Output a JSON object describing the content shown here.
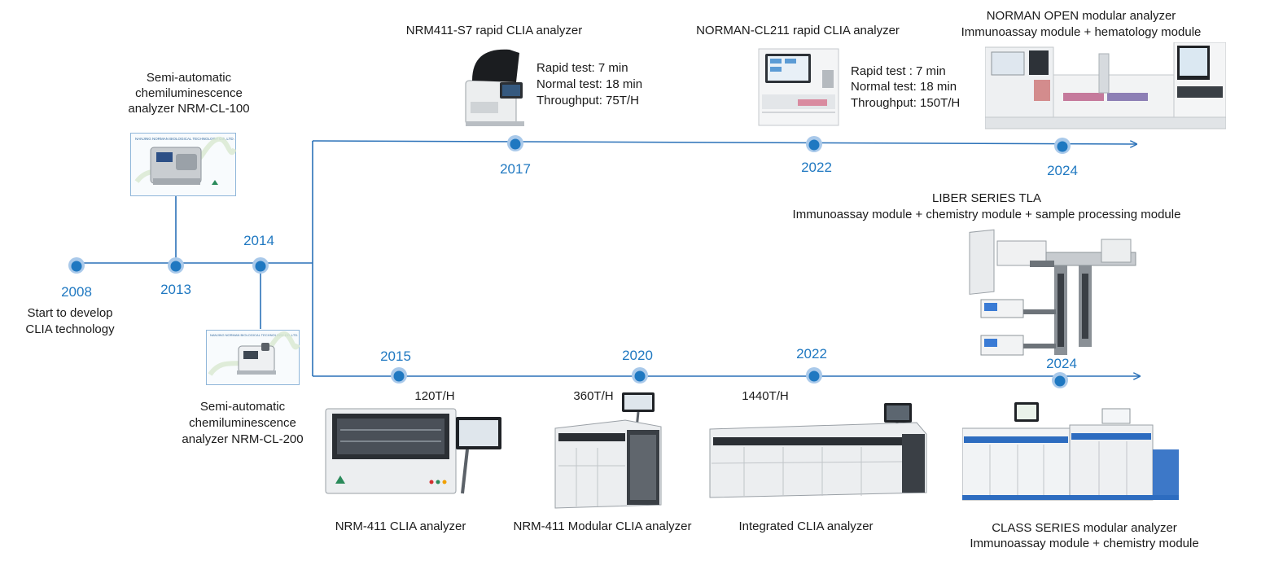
{
  "colors": {
    "line": "#2a71b8",
    "dot": "#1f78c1",
    "halo": "#a9c9ea",
    "year_text": "#1f78c1"
  },
  "start": {
    "year": "2008",
    "text1": "Start to develop",
    "text2": "CLIA technology"
  },
  "y2013": {
    "year": "2013",
    "title1": "Semi-automatic",
    "title2": "chemiluminescence",
    "title3": "analyzer NRM-CL-100",
    "image_icon": "semi-automatic-analyzer-image"
  },
  "y2014": {
    "year": "2014",
    "title1": "Semi-automatic",
    "title2": "chemiluminescence",
    "title3": "analyzer NRM-CL-200",
    "image_icon": "semi-automatic-analyzer-image"
  },
  "upper": {
    "m2017": {
      "year": "2017",
      "title": "NRM411-S7  rapid CLIA analyzer",
      "spec1": "Rapid test:  7 min",
      "spec2": "Normal test:  18 min",
      "spec3": "Throughput:  75T/H",
      "image_icon": "rapid-analyzer-image"
    },
    "m2022": {
      "year": "2022",
      "title": "NORMAN-CL211  rapid CLIA analyzer",
      "spec1": "Rapid test :  7 min",
      "spec2": "Normal test:  18 min",
      "spec3": "Throughput:  150T/H",
      "image_icon": "rapid-analyzer-image"
    },
    "m2024": {
      "year": "2024",
      "title1": "NORMAN  OPEN modular analyzer",
      "title2": "Immunoassay module + hematology module",
      "image_icon": "modular-analyzer-image"
    }
  },
  "liber": {
    "title1": "LIBER SERIES TLA",
    "title2": "Immunoassay module + chemistry module + sample processing module",
    "image_icon": "total-lab-automation-image"
  },
  "lower": {
    "m2015": {
      "year": "2015",
      "throughput": "120T/H",
      "title": "NRM-411  CLIA analyzer",
      "image_icon": "clia-analyzer-image"
    },
    "m2020": {
      "year": "2020",
      "throughput": "360T/H",
      "title": "NRM-411  Modular  CLIA analyzer",
      "image_icon": "modular-clia-analyzer-image"
    },
    "m2022": {
      "year": "2022",
      "throughput": "1440T/H",
      "title": "Integrated  CLIA analyzer",
      "image_icon": "integrated-clia-analyzer-image"
    },
    "m2024": {
      "year": "2024",
      "title1": "CLASS SERIES modular analyzer",
      "title2": "Immunoassay module + chemistry module",
      "image_icon": "class-series-analyzer-image"
    }
  }
}
